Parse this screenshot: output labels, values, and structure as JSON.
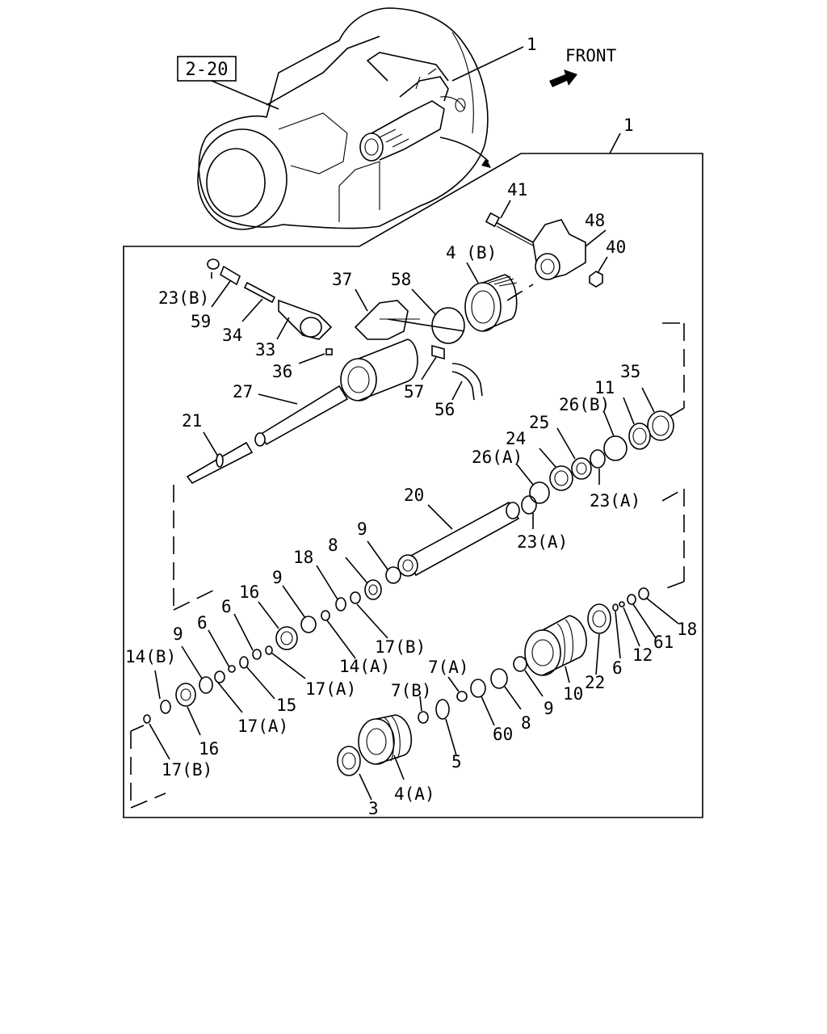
{
  "reference_box": "2-20",
  "direction_label": "FRONT",
  "callouts": {
    "c1_top": "1",
    "c1_box": "1",
    "c41": "41",
    "c48": "48",
    "c40": "40",
    "c4b": "4 (B)",
    "c58": "58",
    "c37": "37",
    "c23b": "23(B)",
    "c59": "59",
    "c34": "34",
    "c33": "33",
    "c36": "36",
    "c57": "57",
    "c56": "56",
    "c27": "27",
    "c21": "21",
    "c35": "35",
    "c11": "11",
    "c26b": "26(B)",
    "c25": "25",
    "c24": "24",
    "c26a": "26(A)",
    "c23a_1": "23(A)",
    "c20": "20",
    "c23a_2": "23(A)",
    "c9_1": "9",
    "c8_1": "8",
    "c18_1": "18",
    "c9_2": "9",
    "c16_1": "16",
    "c17b_1": "17(B)",
    "c14a": "14(A)",
    "c6_1": "6",
    "c17a_1": "17(A)",
    "c15": "15",
    "c9_3": "9",
    "c6_2": "6",
    "c14b": "14(B)",
    "c17a_2": "17(A)",
    "c16_2": "16",
    "c17b_2": "17(B)",
    "c7a": "7(A)",
    "c7b": "7(B)",
    "c5": "5",
    "c60": "60",
    "c8_2": "8",
    "c9_4": "9",
    "c10": "10",
    "c22": "22",
    "c6_3": "6",
    "c12": "12",
    "c61": "61",
    "c18_2": "18",
    "c3": "3",
    "c4a": "4(A)"
  }
}
